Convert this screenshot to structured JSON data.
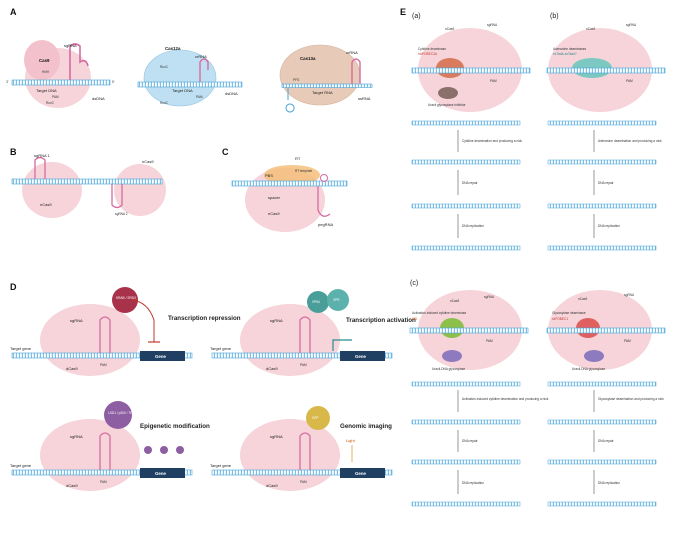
{
  "panels": {
    "A": "A",
    "B": "B",
    "C": "C",
    "D": "D",
    "E": "E"
  },
  "A": {
    "cas9": {
      "title": "Cas9",
      "sgrna": "sgRNA",
      "hnh": "HNH",
      "target": "Target DNA",
      "pam": "PAM",
      "ruvc": "RuvC",
      "dsdna": "dsDNA",
      "p3": "3'",
      "p5": "5'"
    },
    "cas12a": {
      "title": "Cas12a",
      "crrna": "crRNA",
      "ruvc": "RuvC",
      "target": "Target DNA",
      "pam": "PAM",
      "ruvc2": "RuvC",
      "dsdna": "dsDNA"
    },
    "cas13a": {
      "title": "Cas13a",
      "crrna": "crRNA",
      "pfs": "PFS",
      "target": "Target RNA",
      "ssrna": "ssRNA"
    }
  },
  "B": {
    "sgrna1": "sgRNA 1",
    "ncas9_top": "nCas9",
    "ncas9_bottom": "nCas9",
    "sgrna2": "sgRNA 2"
  },
  "C": {
    "rt": "RT",
    "pbs": "PBS",
    "rt_template": "RT template",
    "spacer": "spacer",
    "ncas9": "nCas9",
    "pegrna": "pegRNA"
  },
  "D": {
    "repression": {
      "effector": "KRAB / SRDX",
      "label": "Transcription repression"
    },
    "activation": {
      "e1": "VP64",
      "e2": "VPR",
      "label": "Transcription activation"
    },
    "epigenetic": {
      "effector": "LSD1 / p300 / TET1",
      "label": "Epigenetic modification"
    },
    "imaging": {
      "effector": "GFP",
      "label": "Genomic imaging",
      "light": "Light"
    },
    "common": {
      "sgrna": "sgRNA",
      "target_gene": "Target gene",
      "dcas9": "dCas9",
      "pam": "PAM",
      "gene": "Gene"
    }
  },
  "E": {
    "a": {
      "tag": "(a)",
      "ncas9": "nCas9",
      "sgrna": "sgRNA",
      "deaminase": "Cytidine deaminase",
      "enzyme": "hAPOBEC3A",
      "ugi": "Uracil glycosylase inhibitor",
      "pam": "PAM",
      "step1": "Cytidine deamination and producing a nick",
      "step2": "DNA repair",
      "step3": "DNA replication"
    },
    "b": {
      "tag": "(b)",
      "ncas9": "nCas9",
      "sgrna": "sgRNA",
      "deaminase": "Adenosine deaminases",
      "enzyme": "ecTadA-ecTadA*",
      "pam": "PAM",
      "step1": "Adenosine deamination and producing a nick",
      "step2": "DNA repair",
      "step3": "DNA replication"
    },
    "c1": {
      "tag": "(c)",
      "ncas9": "nCas9",
      "sgrna": "sgRNA",
      "deaminase": "Activation-induced cytidine deaminase",
      "enzyme": "AID",
      "ung": "Uracil-DNA glycosylase",
      "pam": "PAM",
      "step1": "Activation-induced cytidine deamination and producing a nick",
      "step2": "DNA repair",
      "step3": "DNA replication"
    },
    "c2": {
      "ncas9": "nCas9",
      "sgrna": "sgRNA",
      "deaminase": "Glycosylase deaminase",
      "enzyme": "rAPOBEC1",
      "ung": "Uracil-DNA glycosylase",
      "pam": "PAM",
      "step1": "Glycosylase deamination and producing a nick",
      "step2": "DNA repair",
      "step3": "DNA replication"
    }
  },
  "colors": {
    "blob": "#f6d4da",
    "dna_blue": "#4aa3d8",
    "rna_pink": "#d66ba0",
    "gene_box": "#1f3f63",
    "krab": "#a8324a",
    "vp": "#4a9e9a",
    "lsd": "#8e5ea2",
    "gfp": "#d9b84a",
    "panel_e_bg": "#fde3e8"
  }
}
